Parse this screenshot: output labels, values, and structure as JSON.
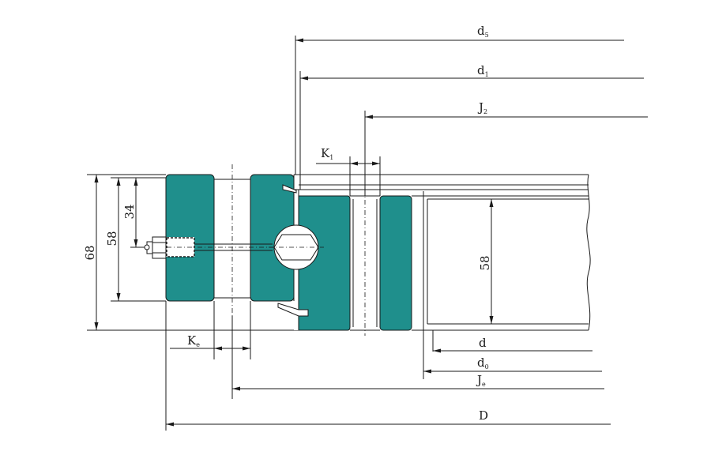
{
  "colors": {
    "ring_fill": "#1f8f8c",
    "line": "#1a1a1a",
    "background": "#ffffff"
  },
  "dimensions": {
    "d5": {
      "main": "d",
      "sub": "5"
    },
    "d1": {
      "main": "d",
      "sub": "1"
    },
    "J2": {
      "main": "J",
      "sub": "2"
    },
    "K1": {
      "main": "K",
      "sub": "1"
    },
    "Ke": {
      "main": "K",
      "sub": "e"
    },
    "d": {
      "main": "d",
      "sub": ""
    },
    "d0": {
      "main": "d",
      "sub": "0"
    },
    "Je": {
      "main": "J",
      "sub": "e"
    },
    "D": {
      "main": "D",
      "sub": ""
    },
    "h68": "68",
    "h58": "58",
    "h34": "34",
    "h58_right": "58"
  }
}
